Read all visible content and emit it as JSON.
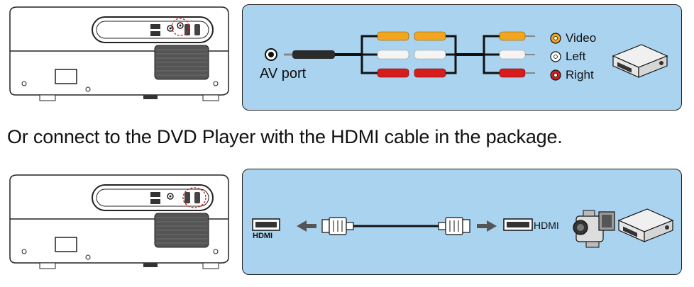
{
  "top_panel": {
    "av_port_label": "AV port",
    "outputs": [
      {
        "label": "Video",
        "color": "#f2a51f"
      },
      {
        "label": "Left",
        "color": "#ffffff"
      },
      {
        "label": "Right",
        "color": "#d51d1d"
      }
    ]
  },
  "caption": "Or connect to the DVD Player with the HDMI cable in the package.",
  "bottom_panel": {
    "hdmi_port_label": "HDMI",
    "hdmi_device_label": "HDMI"
  },
  "colors": {
    "panel_bg": "#a9d3ef",
    "cable_yellow": "#f2a51f",
    "cable_white": "#f4f4f4",
    "cable_red": "#d51d1d"
  },
  "icons": [
    "projector-back-icon",
    "av-port-icon",
    "rca-plug-icon",
    "hdmi-plug-icon",
    "camcorder-icon",
    "dvd-player-icon",
    "arrow-left-icon",
    "arrow-right-icon"
  ]
}
